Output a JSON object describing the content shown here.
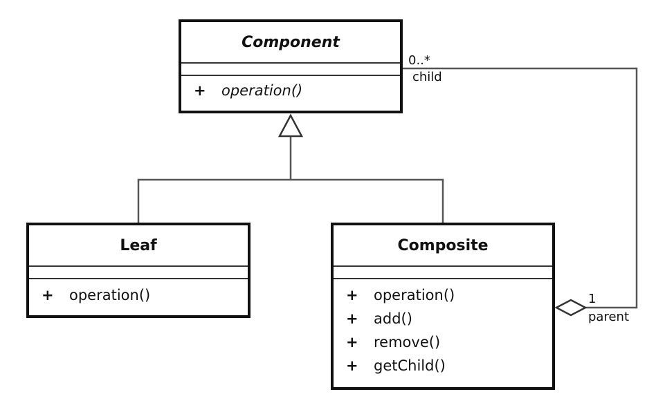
{
  "classes": {
    "component": {
      "name": "Component",
      "operations": [
        {
          "visibility": "+",
          "name": "operation()"
        }
      ]
    },
    "leaf": {
      "name": "Leaf",
      "operations": [
        {
          "visibility": "+",
          "name": "operation()"
        }
      ]
    },
    "composite": {
      "name": "Composite",
      "operations": [
        {
          "visibility": "+",
          "name": "operation()"
        },
        {
          "visibility": "+",
          "name": "add()"
        },
        {
          "visibility": "+",
          "name": "remove()"
        },
        {
          "visibility": "+",
          "name": "getChild()"
        }
      ]
    }
  },
  "association": {
    "child_multiplicity": "0..*",
    "child_role": "child",
    "parent_multiplicity": "1",
    "parent_role": "parent"
  }
}
